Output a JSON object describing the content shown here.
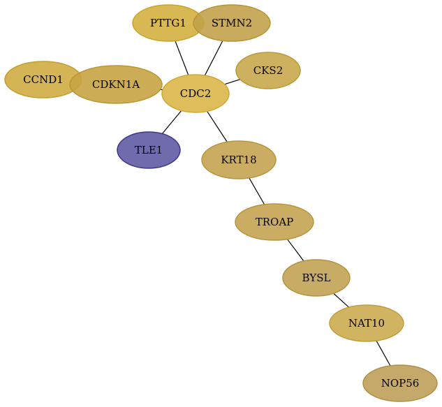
{
  "graph": {
    "nodes": [
      {
        "id": "PTTG1",
        "label": "PTTG1",
        "fill": "#d4b040",
        "stroke": "#c9a42a"
      },
      {
        "id": "STMN2",
        "label": "STMN2",
        "fill": "#c2a24a",
        "stroke": "#b89434"
      },
      {
        "id": "CCND1",
        "label": "CCND1",
        "fill": "#cfac42",
        "stroke": "#c39e2e"
      },
      {
        "id": "CDKN1A",
        "label": "CDKN1A",
        "fill": "#c6a444",
        "stroke": "#bb9630"
      },
      {
        "id": "CKS2",
        "label": "CKS2",
        "fill": "#c8a84c",
        "stroke": "#bb9a36"
      },
      {
        "id": "CDC2",
        "label": "CDC2",
        "fill": "#dab648",
        "stroke": "#cfa832"
      },
      {
        "id": "TLE1",
        "label": "TLE1",
        "fill": "#5f5ba3",
        "stroke": "#3e3a86"
      },
      {
        "id": "KRT18",
        "label": "KRT18",
        "fill": "#c4a452",
        "stroke": "#b6953c"
      },
      {
        "id": "TROAP",
        "label": "TROAP",
        "fill": "#c4a452",
        "stroke": "#b6953c"
      },
      {
        "id": "BYSL",
        "label": "BYSL",
        "fill": "#c2a254",
        "stroke": "#b4933e"
      },
      {
        "id": "NAT10",
        "label": "NAT10",
        "fill": "#ccac50",
        "stroke": "#bf9e3a"
      },
      {
        "id": "NOP56",
        "label": "NOP56",
        "fill": "#bfa05a",
        "stroke": "#b09044"
      }
    ],
    "edges": [
      {
        "source": "PTTG1",
        "target": "CDC2"
      },
      {
        "source": "STMN2",
        "target": "CDC2"
      },
      {
        "source": "CDKN1A",
        "target": "CDC2"
      },
      {
        "source": "CKS2",
        "target": "CDC2"
      },
      {
        "source": "CDC2",
        "target": "TLE1"
      },
      {
        "source": "CDC2",
        "target": "KRT18"
      },
      {
        "source": "KRT18",
        "target": "TROAP"
      },
      {
        "source": "TROAP",
        "target": "BYSL"
      },
      {
        "source": "BYSL",
        "target": "NAT10"
      },
      {
        "source": "NAT10",
        "target": "NOP56"
      }
    ]
  }
}
